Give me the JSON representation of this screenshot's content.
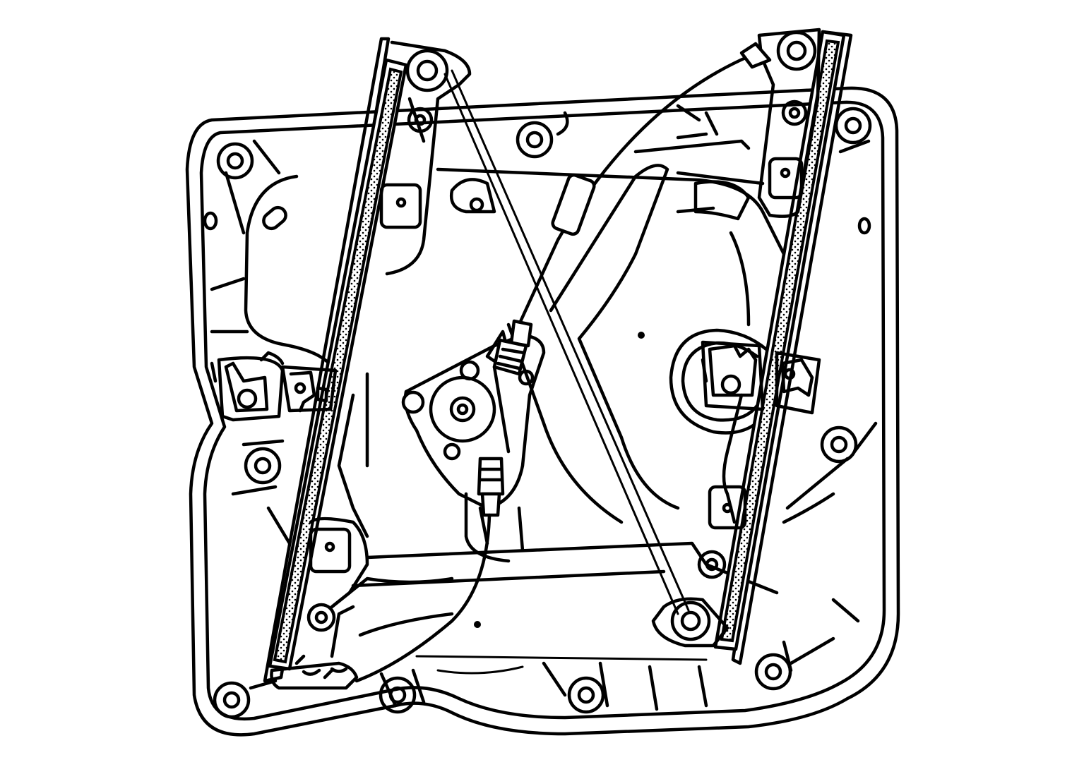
{
  "diagram": {
    "subject": "window-regulator-assembly",
    "colors": {
      "line": "#000000",
      "background": "#ffffff"
    },
    "parts": [
      "door-module-panel",
      "front-guide-rail",
      "rear-guide-rail",
      "regulator-motor",
      "drive-cable",
      "window-glass-clamps",
      "mounting-holes"
    ]
  }
}
